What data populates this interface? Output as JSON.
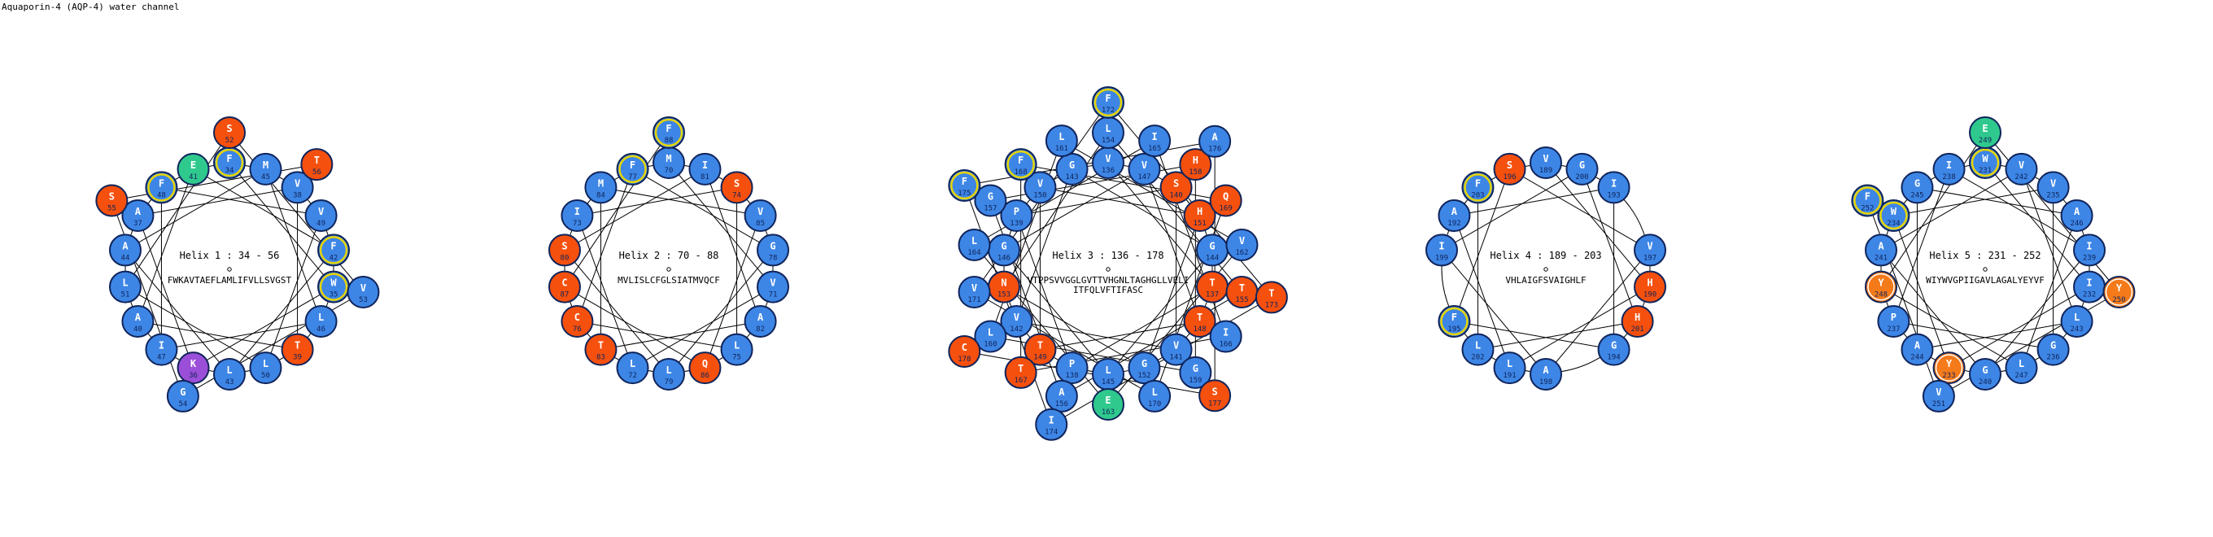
{
  "title": "Aquaporin-4 (AQP-4) water channel",
  "colors": {
    "hydrophobic": "#3d86e6",
    "polar": "#f5500e",
    "charged_neg": "#2fc98e",
    "charged_pos": "#9b4fd8",
    "aromatic": "#3d86e6",
    "aromatic_ring": "#e8d400",
    "tyrosine": "#f57a1a",
    "outline": "#10245a",
    "line": "#000000"
  },
  "helices": [
    {
      "label": "Helix 1 : 34 - 56",
      "sequence": [
        "FWKAVTAEFLAMLIFVLLSVGST"
      ],
      "residues": [
        {
          "aa": "F",
          "num": "34",
          "type": "aromatic"
        },
        {
          "aa": "W",
          "num": "35",
          "type": "aromatic"
        },
        {
          "aa": "K",
          "num": "36",
          "type": "charged_pos"
        },
        {
          "aa": "A",
          "num": "37",
          "type": "hydrophobic"
        },
        {
          "aa": "V",
          "num": "38",
          "type": "hydrophobic"
        },
        {
          "aa": "T",
          "num": "39",
          "type": "polar"
        },
        {
          "aa": "A",
          "num": "40",
          "type": "hydrophobic"
        },
        {
          "aa": "E",
          "num": "41",
          "type": "charged_neg"
        },
        {
          "aa": "F",
          "num": "42",
          "type": "aromatic"
        },
        {
          "aa": "L",
          "num": "43",
          "type": "hydrophobic"
        },
        {
          "aa": "A",
          "num": "44",
          "type": "hydrophobic"
        },
        {
          "aa": "M",
          "num": "45",
          "type": "hydrophobic"
        },
        {
          "aa": "L",
          "num": "46",
          "type": "hydrophobic"
        },
        {
          "aa": "I",
          "num": "47",
          "type": "hydrophobic"
        },
        {
          "aa": "F",
          "num": "48",
          "type": "aromatic"
        },
        {
          "aa": "V",
          "num": "49",
          "type": "hydrophobic"
        },
        {
          "aa": "L",
          "num": "50",
          "type": "hydrophobic"
        },
        {
          "aa": "L",
          "num": "51",
          "type": "hydrophobic"
        },
        {
          "aa": "S",
          "num": "52",
          "type": "polar"
        },
        {
          "aa": "V",
          "num": "53",
          "type": "hydrophobic"
        },
        {
          "aa": "G",
          "num": "54",
          "type": "hydrophobic"
        },
        {
          "aa": "S",
          "num": "55",
          "type": "polar"
        },
        {
          "aa": "T",
          "num": "56",
          "type": "polar"
        }
      ]
    },
    {
      "label": "Helix 2 : 70 - 88",
      "sequence": [
        "MVLISLCFGLSIATMVQCF"
      ],
      "residues": [
        {
          "aa": "M",
          "num": "70",
          "type": "hydrophobic"
        },
        {
          "aa": "V",
          "num": "71",
          "type": "hydrophobic"
        },
        {
          "aa": "L",
          "num": "72",
          "type": "hydrophobic"
        },
        {
          "aa": "I",
          "num": "73",
          "type": "hydrophobic"
        },
        {
          "aa": "S",
          "num": "74",
          "type": "polar"
        },
        {
          "aa": "L",
          "num": "75",
          "type": "hydrophobic"
        },
        {
          "aa": "C",
          "num": "76",
          "type": "polar"
        },
        {
          "aa": "F",
          "num": "77",
          "type": "aromatic"
        },
        {
          "aa": "G",
          "num": "78",
          "type": "hydrophobic"
        },
        {
          "aa": "L",
          "num": "79",
          "type": "hydrophobic"
        },
        {
          "aa": "S",
          "num": "80",
          "type": "polar"
        },
        {
          "aa": "I",
          "num": "81",
          "type": "hydrophobic"
        },
        {
          "aa": "A",
          "num": "82",
          "type": "hydrophobic"
        },
        {
          "aa": "T",
          "num": "83",
          "type": "polar"
        },
        {
          "aa": "M",
          "num": "84",
          "type": "hydrophobic"
        },
        {
          "aa": "V",
          "num": "85",
          "type": "hydrophobic"
        },
        {
          "aa": "Q",
          "num": "86",
          "type": "polar"
        },
        {
          "aa": "C",
          "num": "87",
          "type": "polar"
        },
        {
          "aa": "F",
          "num": "88",
          "type": "aromatic"
        }
      ]
    },
    {
      "label": "Helix 3 : 136 - 178",
      "sequence": [
        "VTPPSVVGGLGVTTVHGNLTAGHGLLVELI",
        "ITFQLVFTIFASC"
      ],
      "residues": [
        {
          "aa": "V",
          "num": "136",
          "type": "hydrophobic"
        },
        {
          "aa": "T",
          "num": "137",
          "type": "polar"
        },
        {
          "aa": "P",
          "num": "138",
          "type": "hydrophobic"
        },
        {
          "aa": "P",
          "num": "139",
          "type": "hydrophobic"
        },
        {
          "aa": "S",
          "num": "140",
          "type": "polar"
        },
        {
          "aa": "V",
          "num": "141",
          "type": "hydrophobic"
        },
        {
          "aa": "V",
          "num": "142",
          "type": "hydrophobic"
        },
        {
          "aa": "G",
          "num": "143",
          "type": "hydrophobic"
        },
        {
          "aa": "G",
          "num": "144",
          "type": "hydrophobic"
        },
        {
          "aa": "L",
          "num": "145",
          "type": "hydrophobic"
        },
        {
          "aa": "G",
          "num": "146",
          "type": "hydrophobic"
        },
        {
          "aa": "V",
          "num": "147",
          "type": "hydrophobic"
        },
        {
          "aa": "T",
          "num": "148",
          "type": "polar"
        },
        {
          "aa": "T",
          "num": "149",
          "type": "polar"
        },
        {
          "aa": "V",
          "num": "150",
          "type": "hydrophobic"
        },
        {
          "aa": "H",
          "num": "151",
          "type": "polar"
        },
        {
          "aa": "G",
          "num": "152",
          "type": "hydrophobic"
        },
        {
          "aa": "N",
          "num": "153",
          "type": "polar"
        },
        {
          "aa": "L",
          "num": "154",
          "type": "hydrophobic"
        },
        {
          "aa": "T",
          "num": "155",
          "type": "polar"
        },
        {
          "aa": "A",
          "num": "156",
          "type": "hydrophobic"
        },
        {
          "aa": "G",
          "num": "157",
          "type": "hydrophobic"
        },
        {
          "aa": "H",
          "num": "158",
          "type": "polar"
        },
        {
          "aa": "G",
          "num": "159",
          "type": "hydrophobic"
        },
        {
          "aa": "L",
          "num": "160",
          "type": "hydrophobic"
        },
        {
          "aa": "L",
          "num": "161",
          "type": "hydrophobic"
        },
        {
          "aa": "V",
          "num": "162",
          "type": "hydrophobic"
        },
        {
          "aa": "E",
          "num": "163",
          "type": "charged_neg"
        },
        {
          "aa": "L",
          "num": "164",
          "type": "hydrophobic"
        },
        {
          "aa": "I",
          "num": "165",
          "type": "hydrophobic"
        },
        {
          "aa": "I",
          "num": "166",
          "type": "hydrophobic"
        },
        {
          "aa": "T",
          "num": "167",
          "type": "polar"
        },
        {
          "aa": "F",
          "num": "168",
          "type": "aromatic"
        },
        {
          "aa": "Q",
          "num": "169",
          "type": "polar"
        },
        {
          "aa": "L",
          "num": "170",
          "type": "hydrophobic"
        },
        {
          "aa": "V",
          "num": "171",
          "type": "hydrophobic"
        },
        {
          "aa": "F",
          "num": "172",
          "type": "aromatic"
        },
        {
          "aa": "T",
          "num": "173",
          "type": "polar"
        },
        {
          "aa": "I",
          "num": "174",
          "type": "hydrophobic"
        },
        {
          "aa": "F",
          "num": "175",
          "type": "aromatic"
        },
        {
          "aa": "A",
          "num": "176",
          "type": "hydrophobic"
        },
        {
          "aa": "S",
          "num": "177",
          "type": "polar"
        },
        {
          "aa": "C",
          "num": "178",
          "type": "polar"
        }
      ]
    },
    {
      "label": "Helix 4 : 189 - 203",
      "sequence": [
        "VHLAIGFSVAIGHLF"
      ],
      "residues": [
        {
          "aa": "V",
          "num": "189",
          "type": "hydrophobic"
        },
        {
          "aa": "H",
          "num": "190",
          "type": "polar"
        },
        {
          "aa": "L",
          "num": "191",
          "type": "hydrophobic"
        },
        {
          "aa": "A",
          "num": "192",
          "type": "hydrophobic"
        },
        {
          "aa": "I",
          "num": "193",
          "type": "hydrophobic"
        },
        {
          "aa": "G",
          "num": "194",
          "type": "hydrophobic"
        },
        {
          "aa": "F",
          "num": "195",
          "type": "aromatic"
        },
        {
          "aa": "S",
          "num": "196",
          "type": "polar"
        },
        {
          "aa": "V",
          "num": "197",
          "type": "hydrophobic"
        },
        {
          "aa": "A",
          "num": "198",
          "type": "hydrophobic"
        },
        {
          "aa": "I",
          "num": "199",
          "type": "hydrophobic"
        },
        {
          "aa": "G",
          "num": "200",
          "type": "hydrophobic"
        },
        {
          "aa": "H",
          "num": "201",
          "type": "polar"
        },
        {
          "aa": "L",
          "num": "202",
          "type": "hydrophobic"
        },
        {
          "aa": "F",
          "num": "203",
          "type": "aromatic"
        }
      ]
    },
    {
      "label": "Helix 5 : 231 - 252",
      "sequence": [
        "WIYWVGPIIGAVLAGALYEYVF"
      ],
      "residues": [
        {
          "aa": "W",
          "num": "231",
          "type": "aromatic"
        },
        {
          "aa": "I",
          "num": "232",
          "type": "hydrophobic"
        },
        {
          "aa": "Y",
          "num": "233",
          "type": "tyrosine"
        },
        {
          "aa": "W",
          "num": "234",
          "type": "aromatic"
        },
        {
          "aa": "V",
          "num": "235",
          "type": "hydrophobic"
        },
        {
          "aa": "G",
          "num": "236",
          "type": "hydrophobic"
        },
        {
          "aa": "P",
          "num": "237",
          "type": "hydrophobic"
        },
        {
          "aa": "I",
          "num": "238",
          "type": "hydrophobic"
        },
        {
          "aa": "I",
          "num": "239",
          "type": "hydrophobic"
        },
        {
          "aa": "G",
          "num": "240",
          "type": "hydrophobic"
        },
        {
          "aa": "A",
          "num": "241",
          "type": "hydrophobic"
        },
        {
          "aa": "V",
          "num": "242",
          "type": "hydrophobic"
        },
        {
          "aa": "L",
          "num": "243",
          "type": "hydrophobic"
        },
        {
          "aa": "A",
          "num": "244",
          "type": "hydrophobic"
        },
        {
          "aa": "G",
          "num": "245",
          "type": "hydrophobic"
        },
        {
          "aa": "A",
          "num": "246",
          "type": "hydrophobic"
        },
        {
          "aa": "L",
          "num": "247",
          "type": "hydrophobic"
        },
        {
          "aa": "Y",
          "num": "248",
          "type": "tyrosine"
        },
        {
          "aa": "E",
          "num": "249",
          "type": "charged_neg"
        },
        {
          "aa": "Y",
          "num": "250",
          "type": "tyrosine"
        },
        {
          "aa": "V",
          "num": "251",
          "type": "hydrophobic"
        },
        {
          "aa": "F",
          "num": "252",
          "type": "aromatic"
        }
      ]
    }
  ]
}
